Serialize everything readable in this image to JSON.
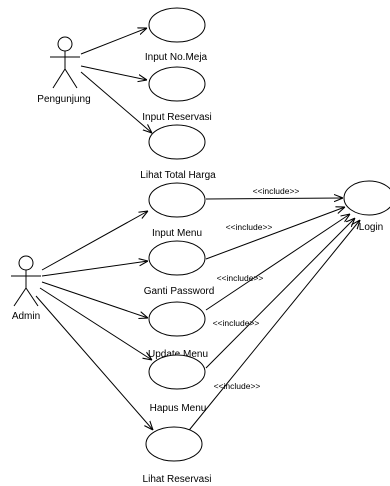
{
  "actors": {
    "pengunjung": "Pengunjung",
    "admin": "Admin"
  },
  "use_cases": {
    "input_no_meja": "Input No.Meja",
    "input_reservasi": "Input Reservasi",
    "lihat_total_harga": "Lihat Total Harga",
    "input_menu": "Input Menu",
    "ganti_password": "Ganti Password",
    "update_menu": "Update Menu",
    "hapus_menu": "Hapus Menu",
    "lihat_reservasi": "Lihat Reservasi",
    "login": "Login"
  },
  "include_label": "<<include>>"
}
